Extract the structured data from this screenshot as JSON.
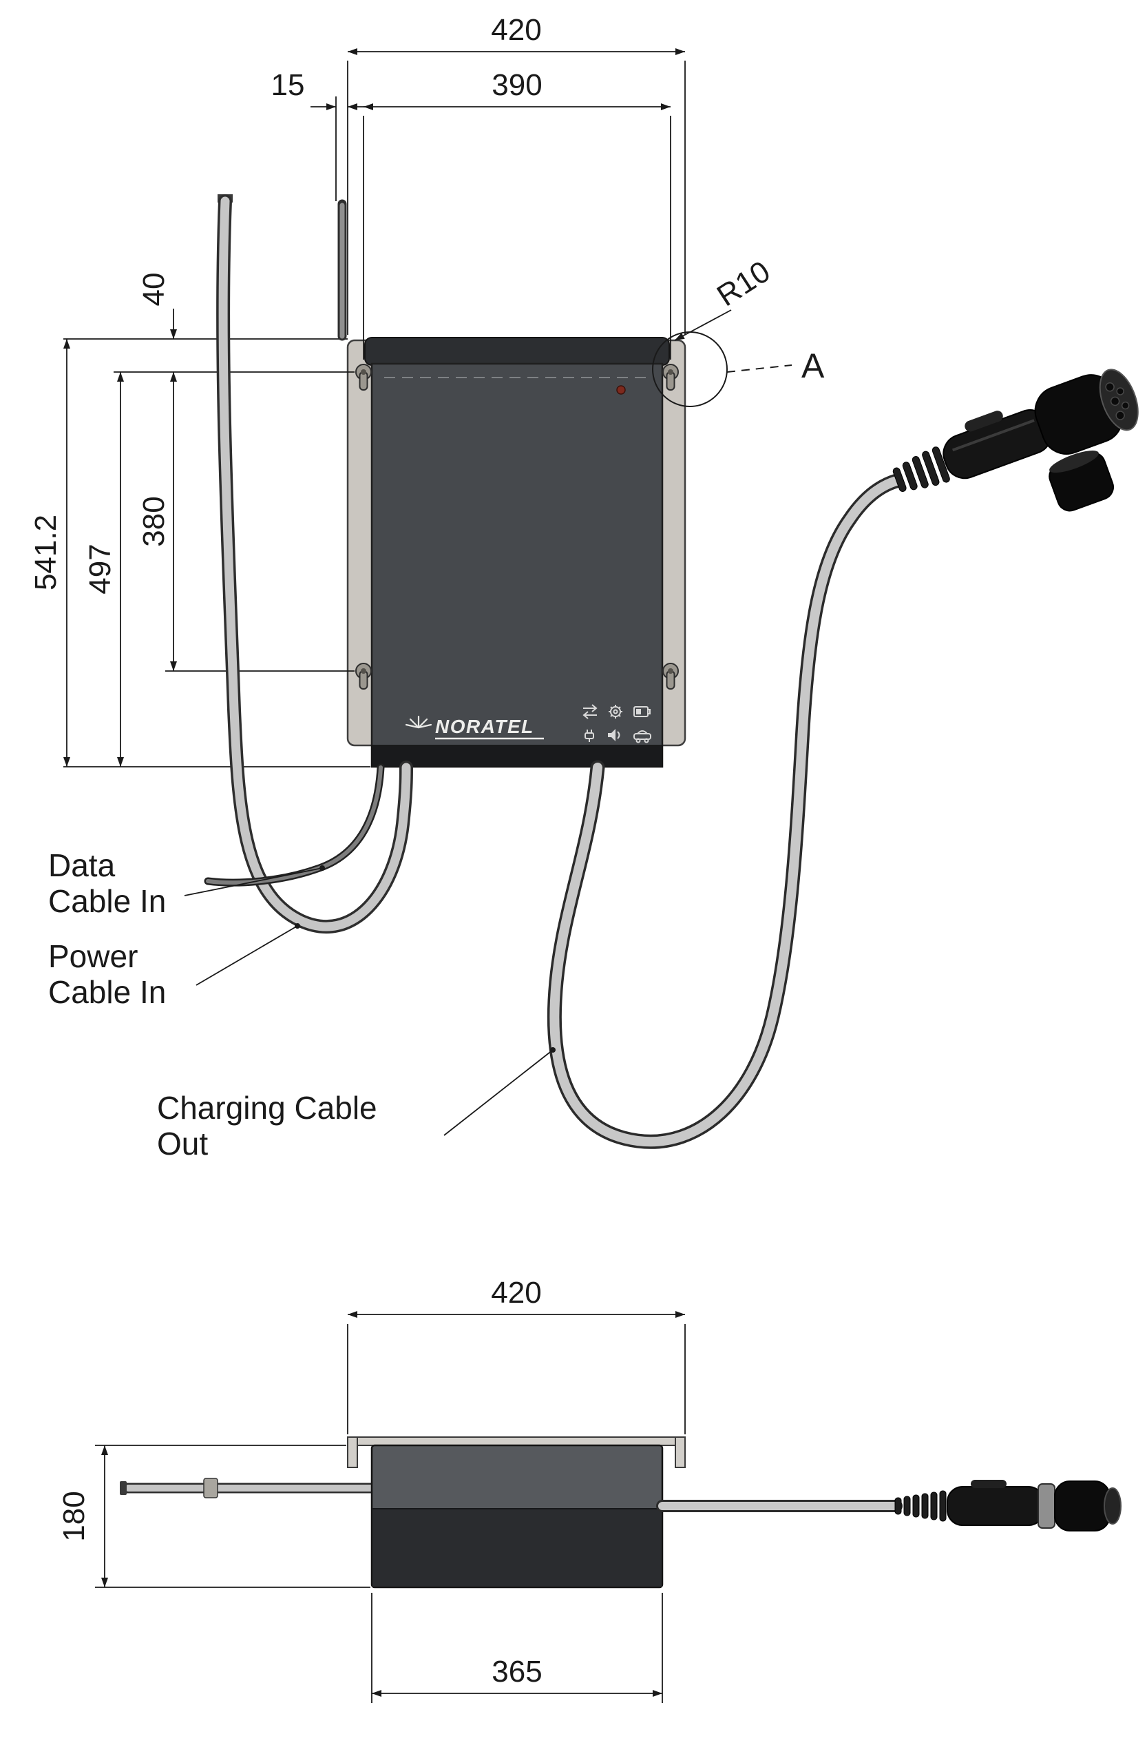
{
  "drawing": {
    "front": {
      "dims": {
        "total_width": "420",
        "hole_spacing_h": "390",
        "edge_offset": "15",
        "top_offset": "40",
        "total_height": "541.2",
        "hole_to_bottom": "497",
        "hole_spacing_v": "380"
      },
      "corner_radius": "R10",
      "detail_label": "A",
      "brand": "NORATEL",
      "callouts": {
        "data_line1": "Data",
        "data_line2": "Cable In",
        "power_line1": "Power",
        "power_line2": "Cable In",
        "charging_line1": "Charging Cable",
        "charging_line2": "Out"
      }
    },
    "bottom": {
      "dims": {
        "total_width": "420",
        "depth": "180",
        "body_width": "365"
      }
    },
    "colors": {
      "enclosure": "#46494d",
      "mounting_plate": "#cac6c0",
      "cable": "#c6c6c6",
      "connector": "#111111",
      "led": "#7e2a1e",
      "line": "#1a1a1a"
    },
    "icons": [
      "sunburst-icon",
      "transfer-arrows-icon",
      "gear-icon",
      "battery-icon",
      "plug-icon",
      "speaker-icon",
      "car-icon"
    ]
  }
}
